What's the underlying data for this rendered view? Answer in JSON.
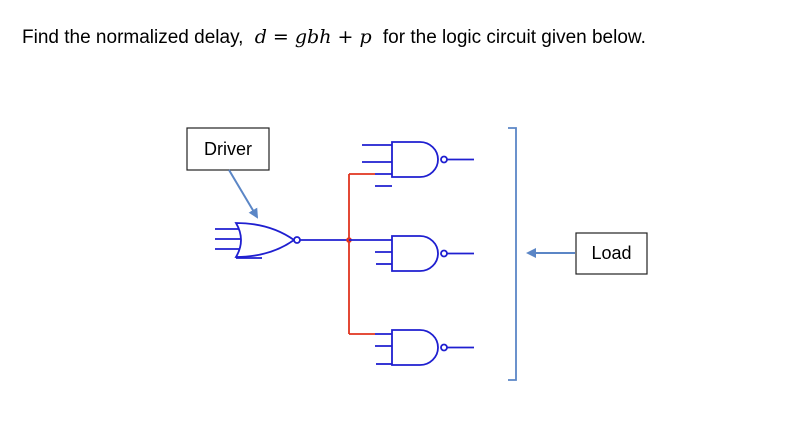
{
  "question": {
    "prefix": "Find the normalized delay,",
    "formula": "d = gbh + p",
    "suffix": "for the logic circuit given below."
  },
  "driver_label": "Driver",
  "load_label": "Load",
  "colors": {
    "gate": "#1f1fd0",
    "branch_wire": "#e0341f",
    "arrow": "#5b86c6",
    "box_border": "#222222"
  }
}
